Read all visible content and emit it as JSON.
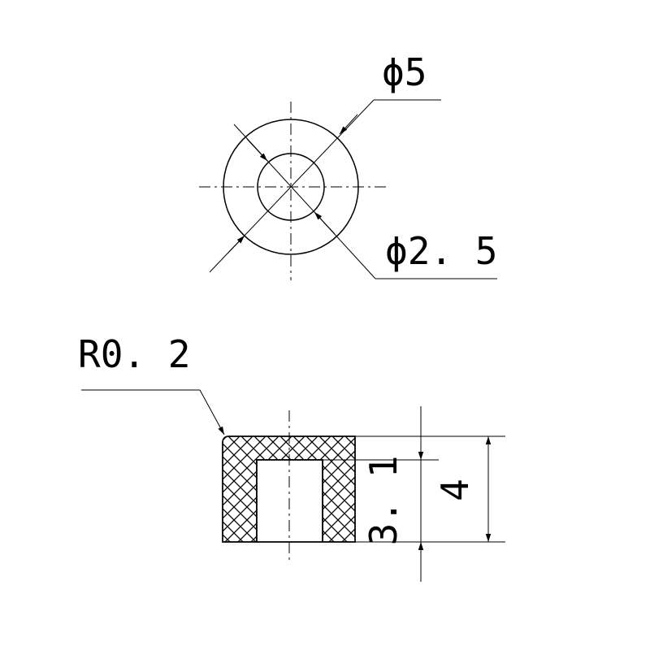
{
  "drawing": {
    "top_view": {
      "outer_diameter_label": "ϕ5",
      "inner_diameter_label": "ϕ2. 5"
    },
    "section_view": {
      "fillet_radius_label": "R0. 2",
      "inner_depth_label": "3. 1",
      "total_height_label": "4"
    }
  },
  "colors": {
    "line": "#000000",
    "background": "#ffffff"
  }
}
